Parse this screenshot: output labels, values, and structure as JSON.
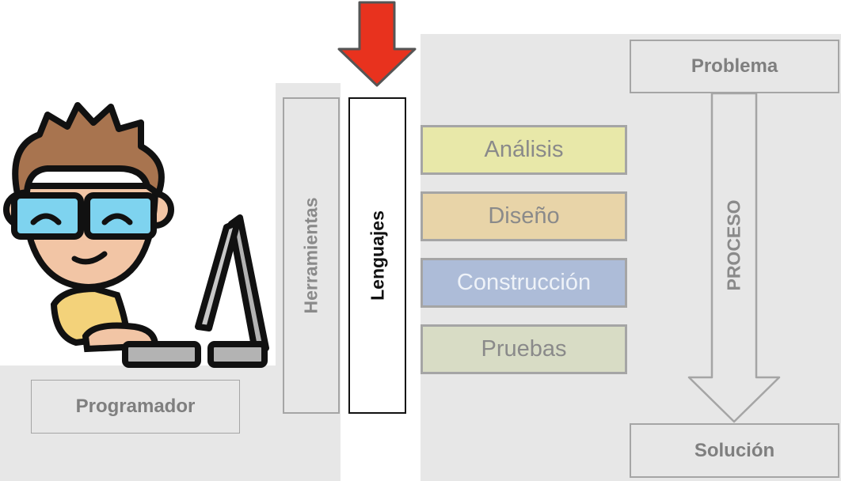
{
  "labels": {
    "programador": "Programador",
    "herramientas": "Herramientas",
    "lenguajes": "Lenguajes",
    "problema": "Problema",
    "proceso": "PROCESO",
    "solucion": "Solución"
  },
  "phases": [
    {
      "label": "Análisis",
      "color": "#e8e8a9"
    },
    {
      "label": "Diseño",
      "color": "#e8d4a8"
    },
    {
      "label": "Construcción",
      "color": "#adbcd8"
    },
    {
      "label": "Pruebas",
      "color": "#d8dcc5"
    }
  ],
  "colors": {
    "background_panel": "#e7e7e7",
    "arrow_red": "#e8321e",
    "gray_text": "#7f7f7f"
  },
  "icons": {
    "programmer": "programmer-at-computer-icon",
    "down_arrow": "red-down-arrow-icon"
  }
}
